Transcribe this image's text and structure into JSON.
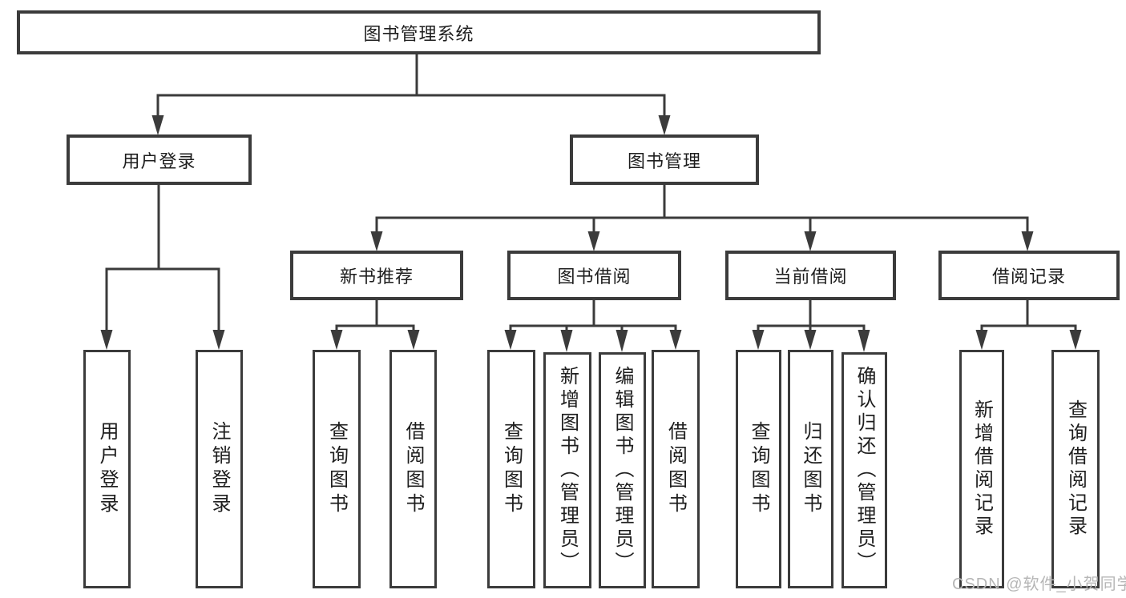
{
  "tree": {
    "label": "图书管理系统",
    "children": [
      {
        "label": "用户登录",
        "children": [
          {
            "label": "用户登录"
          },
          {
            "label": "注销登录"
          }
        ]
      },
      {
        "label": "图书管理",
        "children": [
          {
            "label": "新书推荐",
            "children": [
              {
                "label": "查询图书"
              },
              {
                "label": "借阅图书"
              }
            ]
          },
          {
            "label": "图书借阅",
            "children": [
              {
                "label": "查询图书"
              },
              {
                "label": "新增图书（管理员）"
              },
              {
                "label": "编辑图书（管理员）"
              },
              {
                "label": "借阅图书"
              }
            ]
          },
          {
            "label": "当前借阅",
            "children": [
              {
                "label": "查询图书"
              },
              {
                "label": "归还图书"
              },
              {
                "label": "确认归还（管理员）"
              }
            ]
          },
          {
            "label": "借阅记录",
            "children": [
              {
                "label": "新增借阅记录"
              },
              {
                "label": "查询借阅记录"
              }
            ]
          }
        ]
      }
    ]
  },
  "watermark": "CSDN @软件_小贺同学",
  "colors": {
    "line": "#3b3b3b",
    "text": "#1e1e1e",
    "background": "#ffffff",
    "watermark": "#b6b6b6"
  }
}
